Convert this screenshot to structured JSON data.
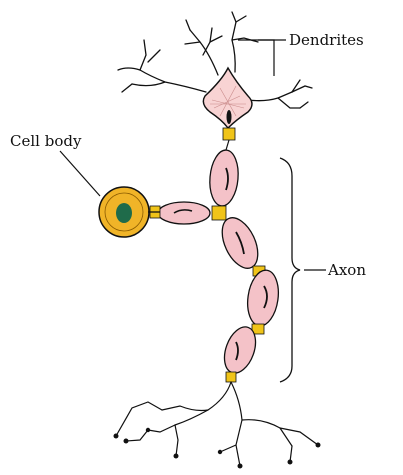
{
  "labels": {
    "dendrites": "Dendrites",
    "cell_body": "Cell body",
    "axon": "Axon"
  },
  "colors": {
    "cell_body_fill": "#f0b428",
    "nucleus": "#1f6b4a",
    "schwann": "#f4c2c8",
    "node": "#f0c419",
    "soma": "#f8d3d3",
    "outline": "#111111"
  }
}
